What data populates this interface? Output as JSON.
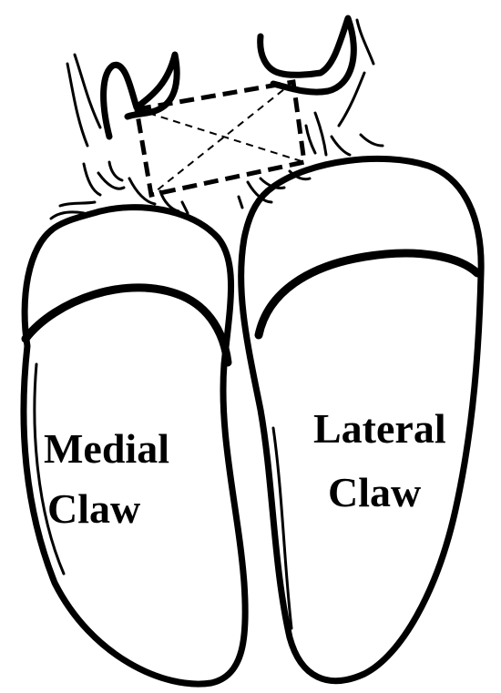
{
  "labels": {
    "medial_line1": "Medial",
    "medial_line2": "Claw",
    "lateral_line1": "Lateral",
    "lateral_line2": "Claw"
  },
  "colors": {
    "ink": "#000000",
    "background": "#ffffff"
  }
}
